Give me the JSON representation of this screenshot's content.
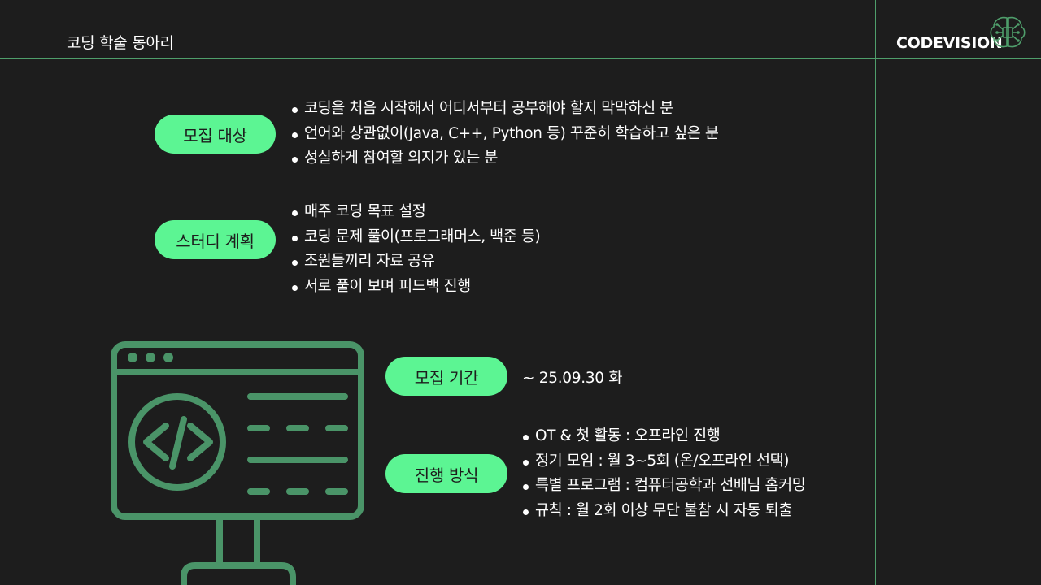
{
  "header": {
    "club_title": "코딩 학술 동아리",
    "brand": "CODEVISION",
    "brand_icon": "circuit-brain-icon"
  },
  "sections": {
    "recruit_target": {
      "label": "모집 대상",
      "items": [
        "코딩을 처음 시작해서 어디서부터 공부해야 할지 막막하신 분",
        "언어와 상관없이(Java, C++, Python 등) 꾸준히 학습하고 싶은 분",
        "성실하게 참여할 의지가 있는 분"
      ]
    },
    "study_plan": {
      "label": "스터디 계획",
      "items": [
        "매주 코딩 목표 설정",
        "코딩 문제 풀이(프로그래머스, 백준 등)",
        "조원들끼리 자료 공유",
        "서로 풀이 보며 피드백 진행"
      ]
    },
    "recruit_period": {
      "label": "모집 기간",
      "value": "~ 25.09.30 화"
    },
    "method": {
      "label": "진행 방식",
      "items": [
        "OT & 첫 활동 : 오프라인 진행",
        "정기 모임 : 월 3~5회 (온/오프라인 선택)",
        "특별 프로그램 : 컴퓨터공학과 선배님 홈커밍",
        "규칙 : 월 2회 이상 무단 불참 시 자동 퇴출"
      ]
    }
  },
  "illustration": {
    "icon": "code-monitor-icon"
  },
  "colors": {
    "background": "#1d1d1d",
    "accent": "#5cf593",
    "line": "#4f9e6b",
    "illustration": "#4a9468",
    "text": "#ffffff"
  }
}
